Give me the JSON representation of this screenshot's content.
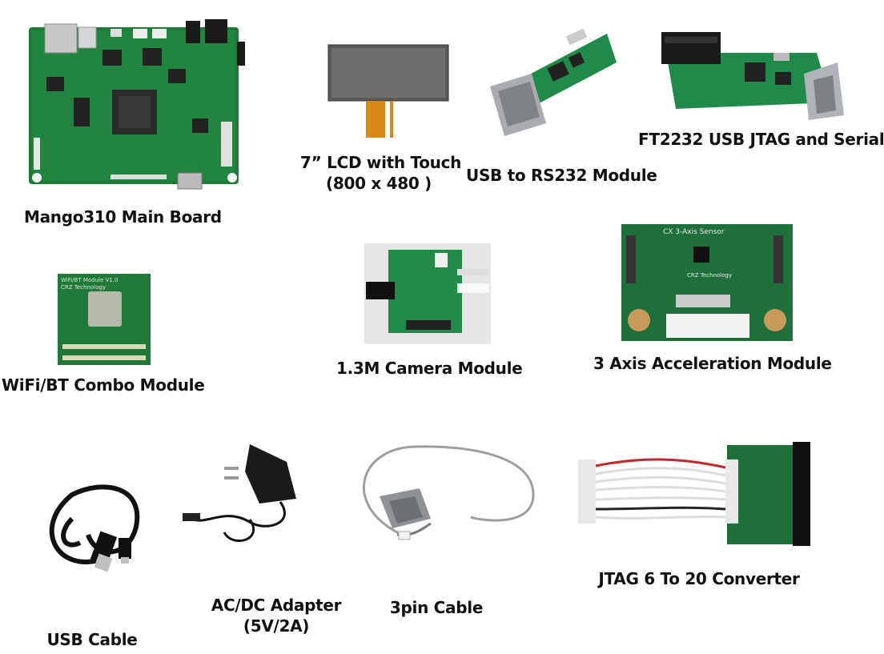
{
  "items": [
    {
      "id": "mango310",
      "label": "Mango310 Main Board"
    },
    {
      "id": "lcd",
      "label_lines": [
        "7” LCD with Touch",
        "(800 x 480 )"
      ]
    },
    {
      "id": "usb_rs232",
      "label": "USB to RS232 Module"
    },
    {
      "id": "ft2232",
      "label": "FT2232 USB JTAG and Serial"
    },
    {
      "id": "wifi_bt",
      "label": "WiFi/BT Combo Module"
    },
    {
      "id": "camera",
      "label": "1.3M Camera Module"
    },
    {
      "id": "accel",
      "label": "3 Axis Acceleration Module"
    },
    {
      "id": "usb_cable",
      "label": "USB Cable"
    },
    {
      "id": "adapter",
      "label_lines": [
        "AC/DC Adapter",
        "(5V/2A)"
      ]
    },
    {
      "id": "pin3",
      "label": "3pin Cable"
    },
    {
      "id": "jtag_conv",
      "label": "JTAG 6 To 20 Converter"
    }
  ],
  "photo_text": {
    "accel_board_title": "CX 3-Axis Sensor",
    "accel_board_brand": "CRZ Technology",
    "wifi_board_title": "WiFi/BT Module V1.0",
    "wifi_board_brand": "CRZ Technology"
  },
  "colors": {
    "pcb_green": "#1f7a3a",
    "pcb_dark": "#0f5a28",
    "connector_black": "#1a1a1a",
    "metal": "#b9bcc0"
  }
}
